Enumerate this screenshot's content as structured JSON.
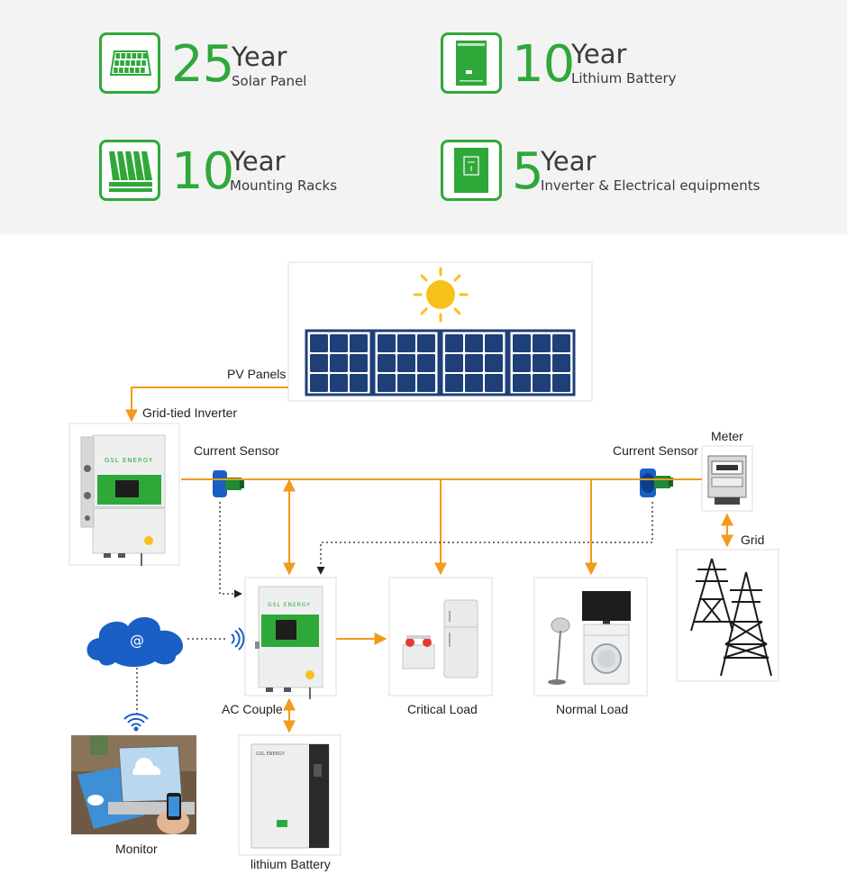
{
  "warranty": {
    "items": [
      {
        "number": "25",
        "unit": "Year",
        "desc": "Solar Panel",
        "icon": "solar-panel-icon"
      },
      {
        "number": "10",
        "unit": "Year",
        "desc": "Lithium Battery",
        "icon": "battery-icon"
      },
      {
        "number": "10",
        "unit": "Year",
        "desc": "Mounting Racks",
        "icon": "mounting-racks-icon"
      },
      {
        "number": "5",
        "unit": "Year",
        "desc": "Inverter & Electrical equipments",
        "icon": "inverter-icon"
      }
    ]
  },
  "diagram": {
    "labels": {
      "pv_panels": "PV Panels",
      "grid_tied_inverter": "Grid-tied Inverter",
      "current_sensor_left": "Current Sensor",
      "current_sensor_right": "Current Sensor",
      "meter": "Meter",
      "grid": "Grid",
      "ac_couple": "AC Couple",
      "critical_load": "Critical Load",
      "normal_load": "Normal Load",
      "lithium_battery": "lithium Battery",
      "monitor": "Monitor",
      "brand": "GSL ENERGY",
      "cloud_symbol": "@"
    }
  },
  "colors": {
    "green": "#2fa83a",
    "orange": "#f39a1c",
    "panel_blue": "#1f3f78",
    "cloud_blue": "#1a5fc6"
  }
}
